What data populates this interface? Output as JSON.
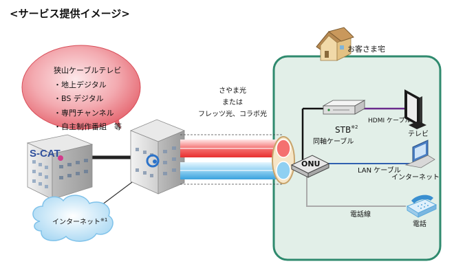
{
  "title": "<サービス提供イメージ>",
  "provider": {
    "name": "狭山ケーブルテレビ",
    "services": [
      "・地上デジタル",
      "・BS デジタル",
      "・専門チャンネル",
      "・自主制作番組　等"
    ],
    "logo_text": "S-CAT"
  },
  "fiber": {
    "line1": "さやま光",
    "line2": "または",
    "line3": "フレッツ光、コラボ光"
  },
  "internet_cloud": {
    "label": "インターネット",
    "note": "※1"
  },
  "home": {
    "label": "お客さま宅"
  },
  "onu": {
    "label": "ONU"
  },
  "stb": {
    "label": "STB",
    "note": "※2"
  },
  "cables": {
    "hdmi": "HDMI ケーブル",
    "coax": "同軸ケーブル",
    "lan": "LAN ケーブル",
    "phone": "電話線"
  },
  "devices": {
    "tv": "テレビ",
    "pc": "インターネット",
    "phone": "電話"
  },
  "colors": {
    "bubble": "#e8636b",
    "home_bg": "#e2efe8",
    "home_border": "#2f8a6e",
    "fiber_red": "#e83030",
    "fiber_blue": "#3aa2dd",
    "hdmi": "#6a2a8c",
    "lan": "#3060b0",
    "phone_line": "#aaaaaa"
  }
}
